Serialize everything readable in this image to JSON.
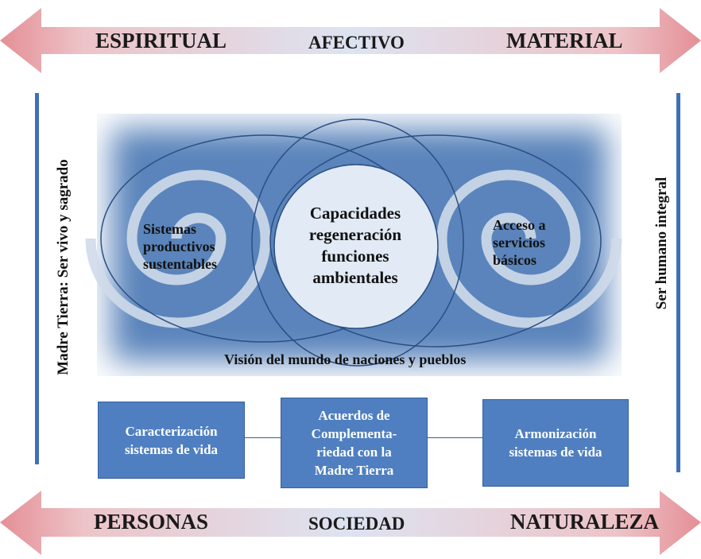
{
  "top_arrow": {
    "left": "ESPIRITUAL",
    "center": "AFECTIVO",
    "right": "MATERIAL"
  },
  "bottom_arrow": {
    "left": "PERSONAS",
    "center": "SOCIEDAD",
    "right": "NATURALEZA"
  },
  "left_vertical": "Madre Tierra: Ser vivo y sagrado",
  "right_vertical": "Ser humano integral",
  "left_circle": [
    "Sistemas",
    "productivos",
    "sustentables"
  ],
  "center_circle": [
    "Capacidades",
    "regeneración",
    "funciones",
    "ambientales"
  ],
  "right_circle": [
    "Acceso a",
    "servicios",
    "básicos"
  ],
  "panel_caption": "Visión del mundo  de naciones y pueblos",
  "boxes": {
    "left": [
      "Caracterización",
      "sistemas de vida"
    ],
    "center": [
      "Acuerdos de",
      "Complementa-",
      "riedad con la",
      "Madre Tierra"
    ],
    "right": [
      "Armonización",
      "sistemas de vida"
    ]
  },
  "colors": {
    "arrow_tip": "#e79aa0",
    "arrow_mid": "#dfe4f1",
    "bar": "#3e72b8",
    "panel": "#5a84bb",
    "box": "#4f7fc0"
  }
}
